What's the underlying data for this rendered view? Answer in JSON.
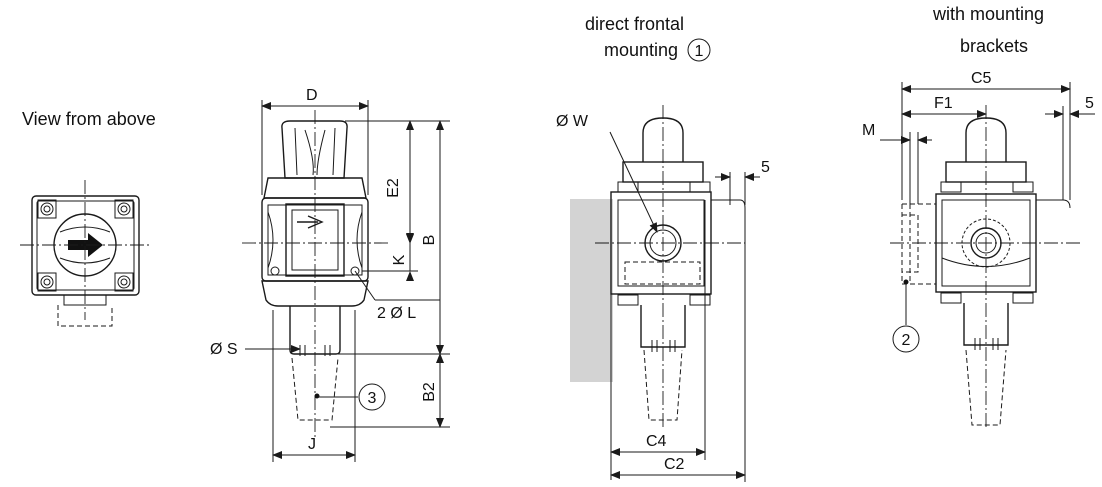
{
  "captions": {
    "view_from_above": "View from above",
    "direct_frontal_line1": "direct frontal",
    "direct_frontal_line2": "mounting",
    "with_brackets_line1": "with mounting",
    "with_brackets_line2": "brackets"
  },
  "callouts": {
    "c1": "1",
    "c2": "2",
    "c3": "3"
  },
  "dimensions": {
    "D": "D",
    "E2": "E2",
    "B": "B",
    "K": "K",
    "two_dia_L": "2 Ø L",
    "dia_S": "Ø S",
    "B2": "B2",
    "J": "J",
    "dia_W": "Ø W",
    "five_front": "5",
    "C4": "C4",
    "C2": "C2",
    "C5": "C5",
    "F1": "F1",
    "M": "M",
    "five_bracket": "5"
  }
}
